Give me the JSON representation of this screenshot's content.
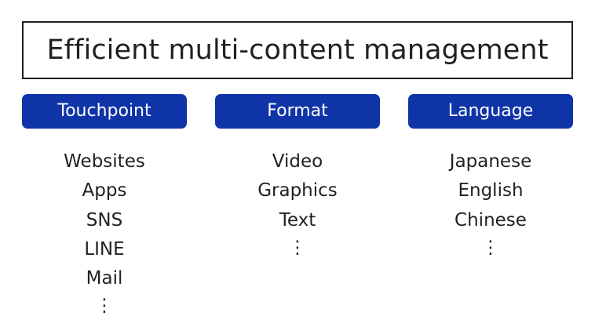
{
  "title": {
    "text": "Efficient multi-content management"
  },
  "colors": {
    "header_bg": "#0f34a8",
    "header_text": "#ffffff",
    "body_text": "#231f20",
    "border": "#231f20",
    "background": "#ffffff"
  },
  "columns": [
    {
      "header": "Touchpoint",
      "items": [
        "Websites",
        "Apps",
        "SNS",
        "LINE",
        "Mail"
      ],
      "ellipsis": "⋮"
    },
    {
      "header": "Format",
      "items": [
        "Video",
        "Graphics",
        "Text"
      ],
      "ellipsis": "⋮"
    },
    {
      "header": "Language",
      "items": [
        "Japanese",
        "English",
        "Chinese"
      ],
      "ellipsis": "⋮"
    }
  ]
}
